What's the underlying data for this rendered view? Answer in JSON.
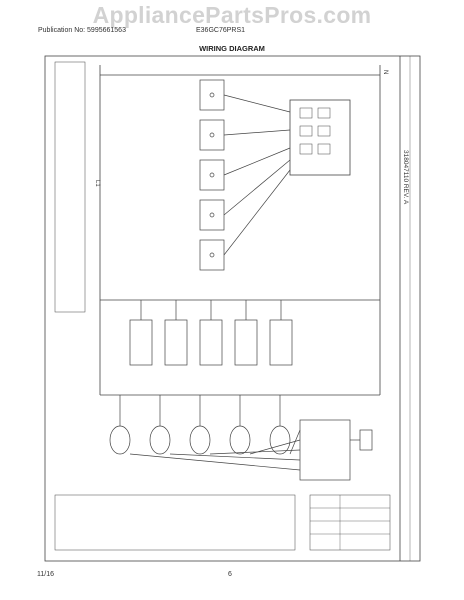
{
  "watermark": "AppliancePartsPros.com",
  "header": {
    "publication": "Publication No: 5995661563",
    "model": "E36GC76PRS1",
    "title": "WIRING DIAGRAM"
  },
  "footer": {
    "date": "11/16",
    "page": "6"
  },
  "diagram": {
    "rev": "318047110 REV. A",
    "line_label": "L1",
    "neutral_label": "N",
    "line_color": "#444444"
  }
}
